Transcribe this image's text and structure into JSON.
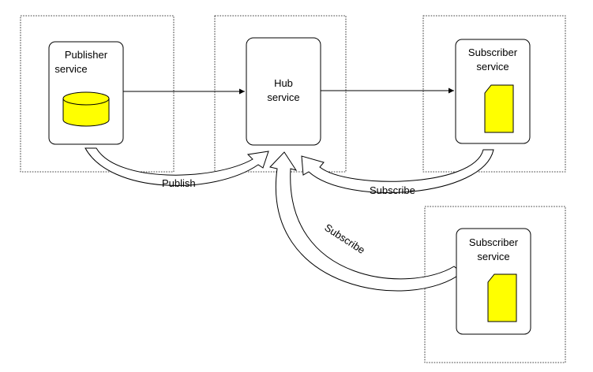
{
  "diagram": {
    "publisher": {
      "line1": "Publisher",
      "line2": "service"
    },
    "hub": {
      "line1": "Hub",
      "line2": "service"
    },
    "subscriber_top": {
      "line1": "Subscriber",
      "line2": "service"
    },
    "subscriber_bottom": {
      "line1": "Subscriber",
      "line2": "service"
    },
    "labels": {
      "publish": "Publish",
      "subscribe_top": "Subscribe",
      "subscribe_bottom": "Subscribe"
    }
  },
  "colors": {
    "fill_yellow": "#ffff00",
    "line": "#000000"
  },
  "icons": {
    "database": "database-icon",
    "document": "document-icon"
  }
}
